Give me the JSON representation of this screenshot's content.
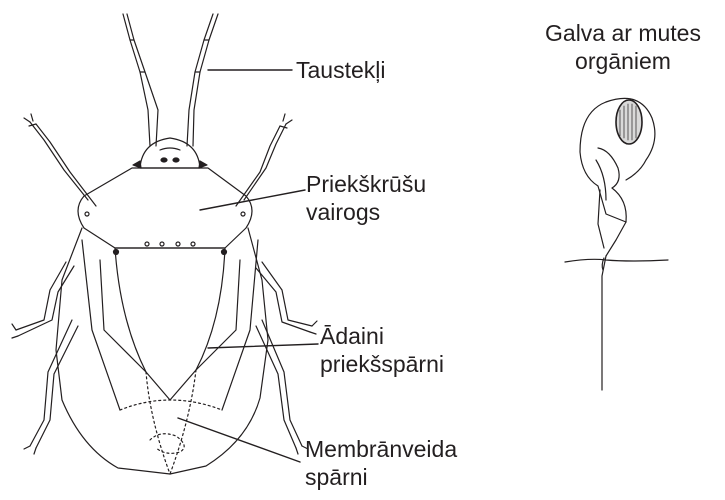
{
  "labels": {
    "antennae": "Taustekļi",
    "pronotum_line1": "Priekškrūšu",
    "pronotum_line2": "vairogs",
    "forewings_line1": "Ādaini",
    "forewings_line2": "priekšspārni",
    "membrane_line1": "Membrānveida",
    "membrane_line2": "spārni",
    "head_line1": "Galva ar mutes",
    "head_line2": "orgāniem"
  },
  "colors": {
    "ink": "#231f20",
    "background": "#ffffff"
  }
}
